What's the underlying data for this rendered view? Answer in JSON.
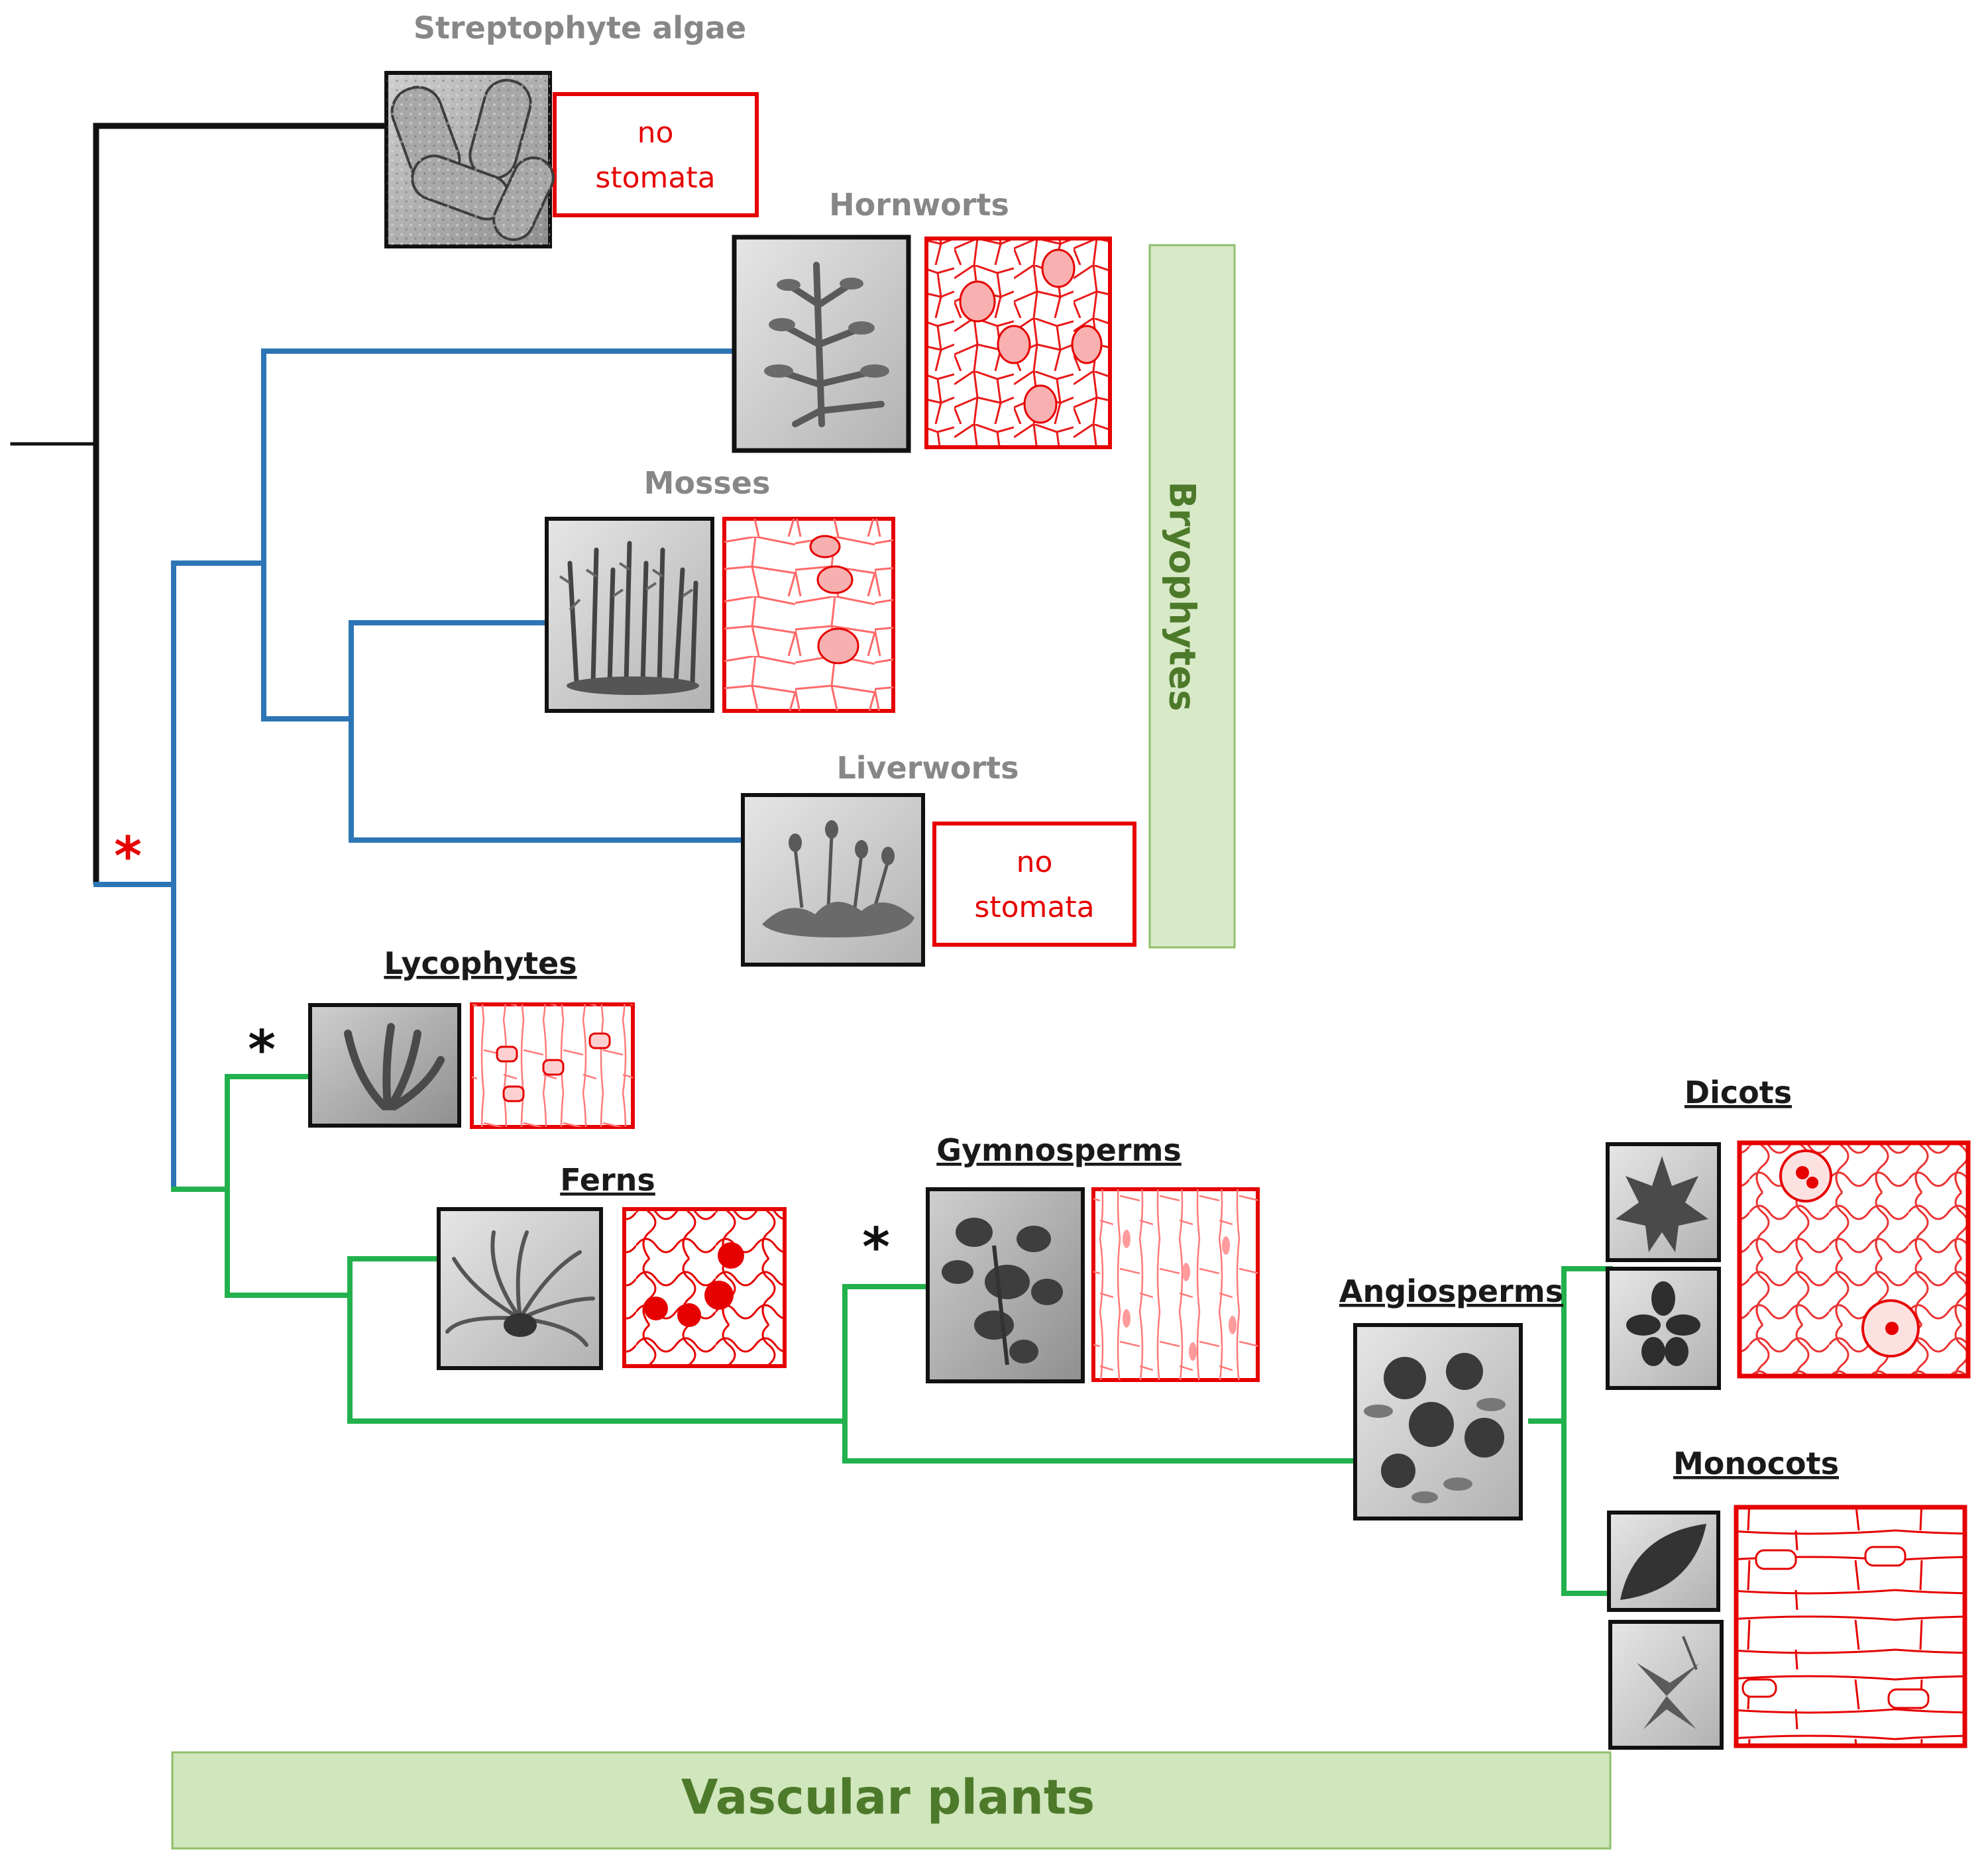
{
  "colors": {
    "stem": "#111111",
    "bryophyte_branch": "#2e75b6",
    "vascular_branch": "#22b14c",
    "stomata_red": "#e60000",
    "group_box_fill": "#d8e9c8",
    "group_box_border": "#8fbf6a",
    "group_text": "#4d7a2a"
  },
  "taxa": {
    "streptophyte_algae": "Streptophyte algae",
    "hornworts": "Hornworts",
    "mosses": "Mosses",
    "liverworts": "Liverworts",
    "lycophytes": "Lycophytes",
    "ferns": "Ferns",
    "gymnosperms": "Gymnosperms",
    "angiosperms": "Angiosperms",
    "dicots": "Dicots",
    "monocots": "Monocots"
  },
  "no_stomata": [
    "no",
    "stomata"
  ],
  "groups": {
    "bryophytes": "Bryophytes",
    "vascular_plants": "Vascular plants"
  },
  "markers": {
    "asterisk": "*"
  },
  "icons": {
    "streptophyte_algae": "algae-cells-icon",
    "hornworts": "hornwort-plant-icon",
    "mosses": "moss-plant-icon",
    "liverworts": "liverwort-plant-icon",
    "lycophytes": "lycophyte-plant-icon",
    "ferns": "fern-plant-icon",
    "gymnosperms": "gymnosperm-branch-icon",
    "angiosperms": "angiosperm-flower-icon",
    "dicots_leaf": "dicot-leaf-icon",
    "dicots_flower": "dicot-flower-icon",
    "monocots_leaf": "monocot-leaf-icon",
    "monocots_flower": "monocot-flower-icon"
  }
}
